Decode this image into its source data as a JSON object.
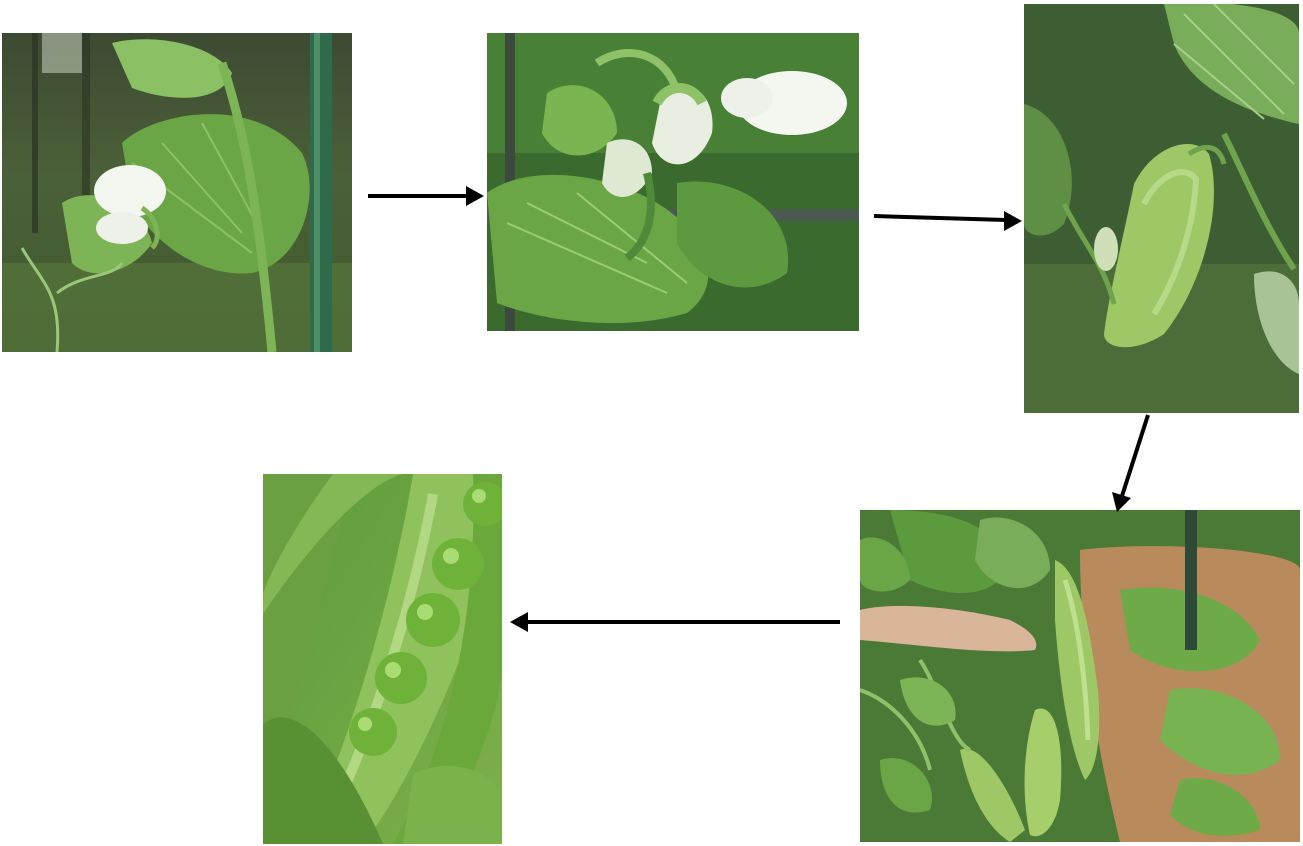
{
  "diagram": {
    "type": "flow",
    "stages": [
      {
        "id": "flower-bud",
        "subject": "pea-flower-photo"
      },
      {
        "id": "flowering",
        "subject": "pea-blossoms-photo"
      },
      {
        "id": "young-pod",
        "subject": "young-pea-pod-photo"
      },
      {
        "id": "mature-pods",
        "subject": "pea-pods-on-vine-photo"
      },
      {
        "id": "open-pod",
        "subject": "open-pea-pod-photo"
      }
    ],
    "edges": [
      {
        "from": "flower-bud",
        "to": "flowering"
      },
      {
        "from": "flowering",
        "to": "young-pod"
      },
      {
        "from": "young-pod",
        "to": "mature-pods"
      },
      {
        "from": "mature-pods",
        "to": "open-pod"
      }
    ],
    "colors": {
      "arrow": "#000000",
      "leaf": "#5f9a3c",
      "leaf_light": "#8fc168",
      "leaf_dark": "#2f5a22",
      "petal": "#f4f6f0",
      "pod": "#9dc865",
      "pea": "#6fb23a",
      "soil": "#b98a5c",
      "skin": "#d9b59a",
      "post": "#2e6b4a"
    }
  }
}
